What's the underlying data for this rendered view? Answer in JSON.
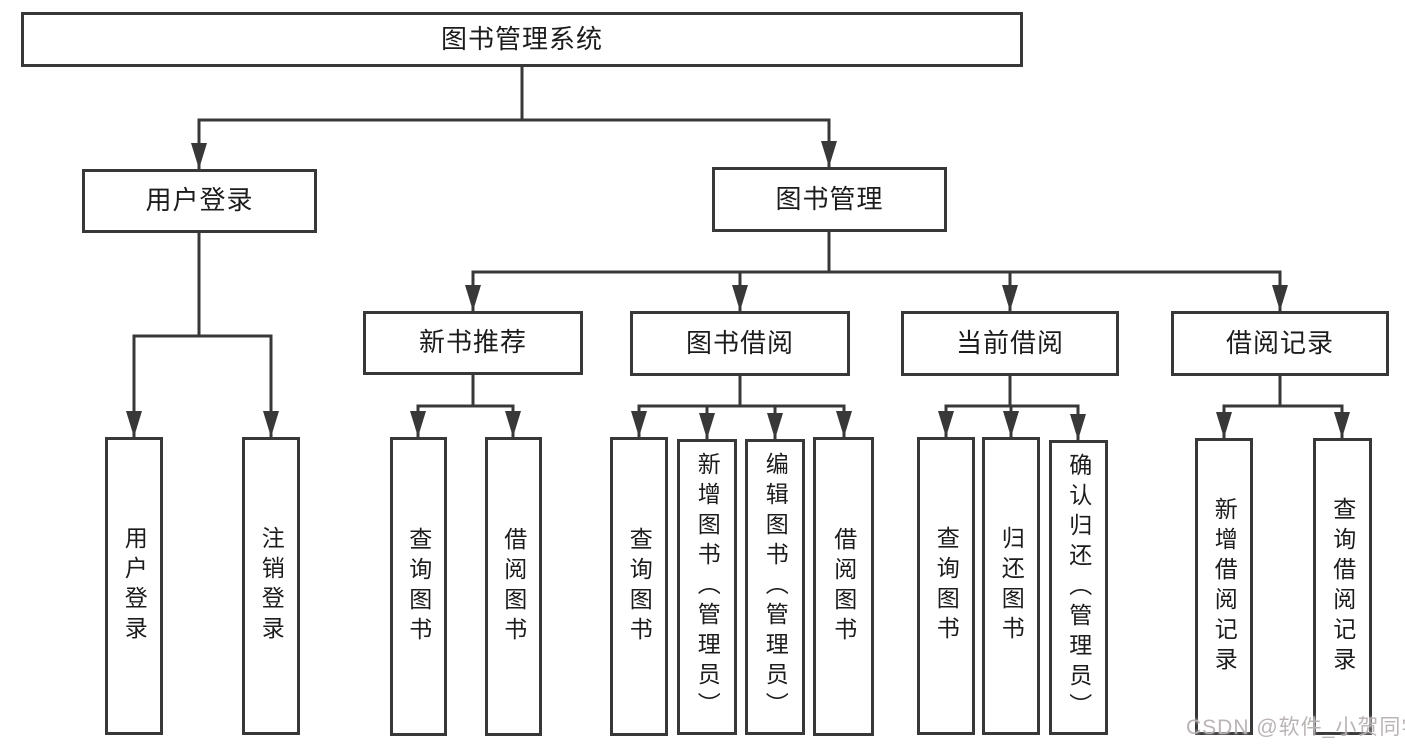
{
  "diagram": {
    "title": "图书管理系统",
    "watermark": "CSDN @软件_小贺同学",
    "colors": {
      "line": "#383838",
      "box_border": "#383838",
      "text": "#1c1c1c",
      "background": "#ffffff",
      "watermark": "#b6b0b0"
    },
    "nodes": {
      "root": {
        "label": "图书管理系统"
      },
      "user_login": {
        "label": "用户登录"
      },
      "book_mgmt": {
        "label": "图书管理"
      },
      "login": {
        "label": "用户登录"
      },
      "logout": {
        "label": "注销登录"
      },
      "new_book": {
        "label": "新书推荐"
      },
      "book_borrow": {
        "label": "图书借阅"
      },
      "current_borrow": {
        "label": "当前借阅"
      },
      "borrow_record": {
        "label": "借阅记录"
      },
      "nb_query": {
        "label": "查询图书"
      },
      "nb_borrow": {
        "label": "借阅图书"
      },
      "bb_query": {
        "label": "查询图书"
      },
      "bb_add": {
        "label": "新增图书（管理员）"
      },
      "bb_edit": {
        "label": "编辑图书（管理员）"
      },
      "bb_borrow": {
        "label": "借阅图书"
      },
      "cb_query": {
        "label": "查询图书"
      },
      "cb_return": {
        "label": "归还图书"
      },
      "cb_confirm": {
        "label": "确认归还（管理员）"
      },
      "br_add": {
        "label": "新增借阅记录"
      },
      "br_query": {
        "label": "查询借阅记录"
      }
    },
    "tree": {
      "root": "图书管理系统",
      "children": [
        {
          "label": "用户登录",
          "children": [
            "用户登录",
            "注销登录"
          ]
        },
        {
          "label": "图书管理",
          "children": [
            {
              "label": "新书推荐",
              "children": [
                "查询图书",
                "借阅图书"
              ]
            },
            {
              "label": "图书借阅",
              "children": [
                "查询图书",
                "新增图书（管理员）",
                "编辑图书（管理员）",
                "借阅图书"
              ]
            },
            {
              "label": "当前借阅",
              "children": [
                "查询图书",
                "归还图书",
                "确认归还（管理员）"
              ]
            },
            {
              "label": "借阅记录",
              "children": [
                "新增借阅记录",
                "查询借阅记录"
              ]
            }
          ]
        }
      ]
    }
  }
}
